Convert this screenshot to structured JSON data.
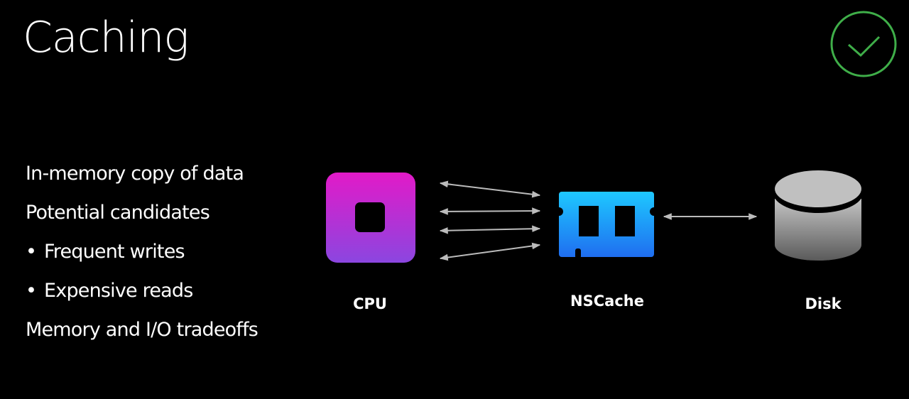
{
  "slide": {
    "title": "Caching",
    "bullets": [
      {
        "text": "In-memory copy of data",
        "level": 1
      },
      {
        "text": "Potential candidates",
        "level": 1
      },
      {
        "text": "Frequent writes",
        "level": 2
      },
      {
        "text": "Expensive reads",
        "level": 2
      },
      {
        "text": "Memory and I/O tradeoffs",
        "level": 1
      }
    ],
    "bullet_char": "•",
    "diagram": {
      "cpu_label": "CPU",
      "cache_label": "NSCache",
      "disk_label": "Disk"
    },
    "status_icon": "checkmark-circle-icon",
    "colors": {
      "check": "#3fae49",
      "cpu_top": "#e21ac8",
      "cpu_bottom": "#8b46e0",
      "cache_top": "#1ec8ff",
      "cache_bottom": "#1f6ef0"
    }
  }
}
